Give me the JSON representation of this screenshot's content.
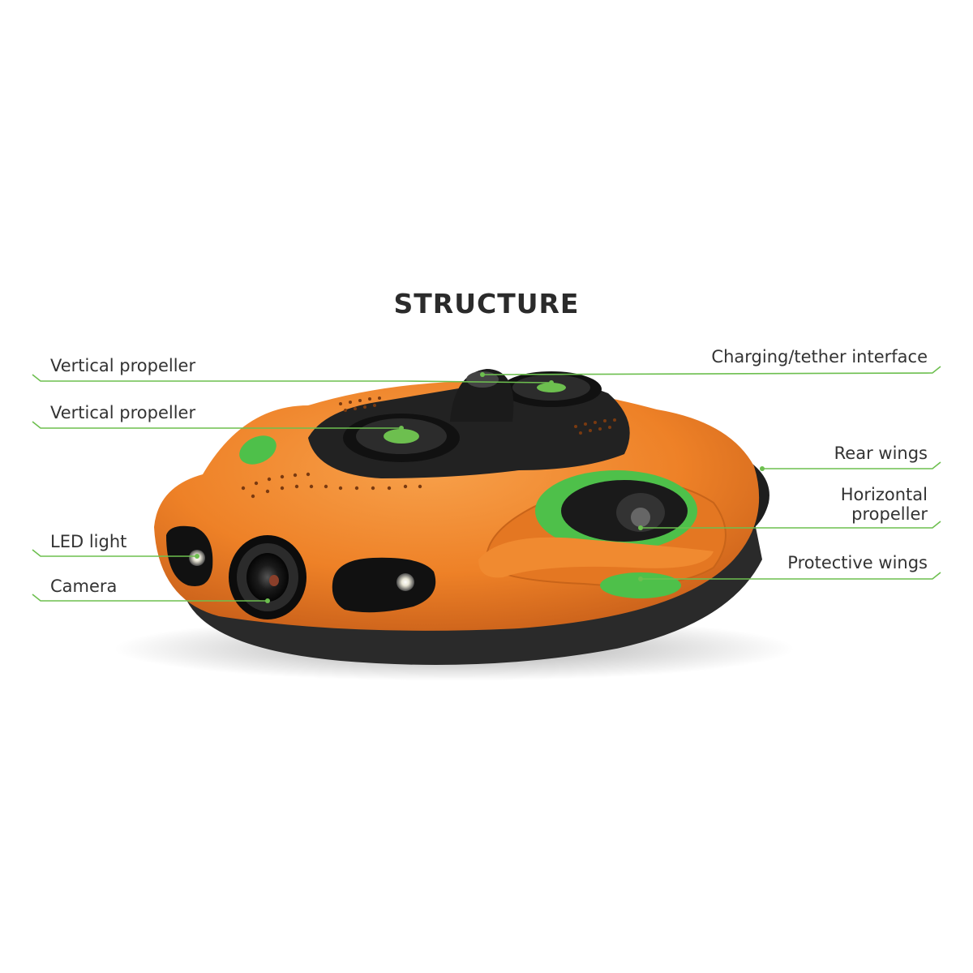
{
  "title": "STRUCTURE",
  "accent_color": "#6dbf4f",
  "body_color": "#f0852a",
  "labels": {
    "vertical_propeller_1": "Vertical propeller",
    "vertical_propeller_2": "Vertical propeller",
    "led_light": "LED light",
    "camera": "Camera",
    "charging_tether_interface": "Charging/tether interface",
    "rear_wings": "Rear wings",
    "horizontal_propeller_line1": "Horizontal",
    "horizontal_propeller_line2": "propeller",
    "protective_wings": "Protective wings"
  },
  "icons": {
    "product": "underwater-drone-illustration"
  }
}
